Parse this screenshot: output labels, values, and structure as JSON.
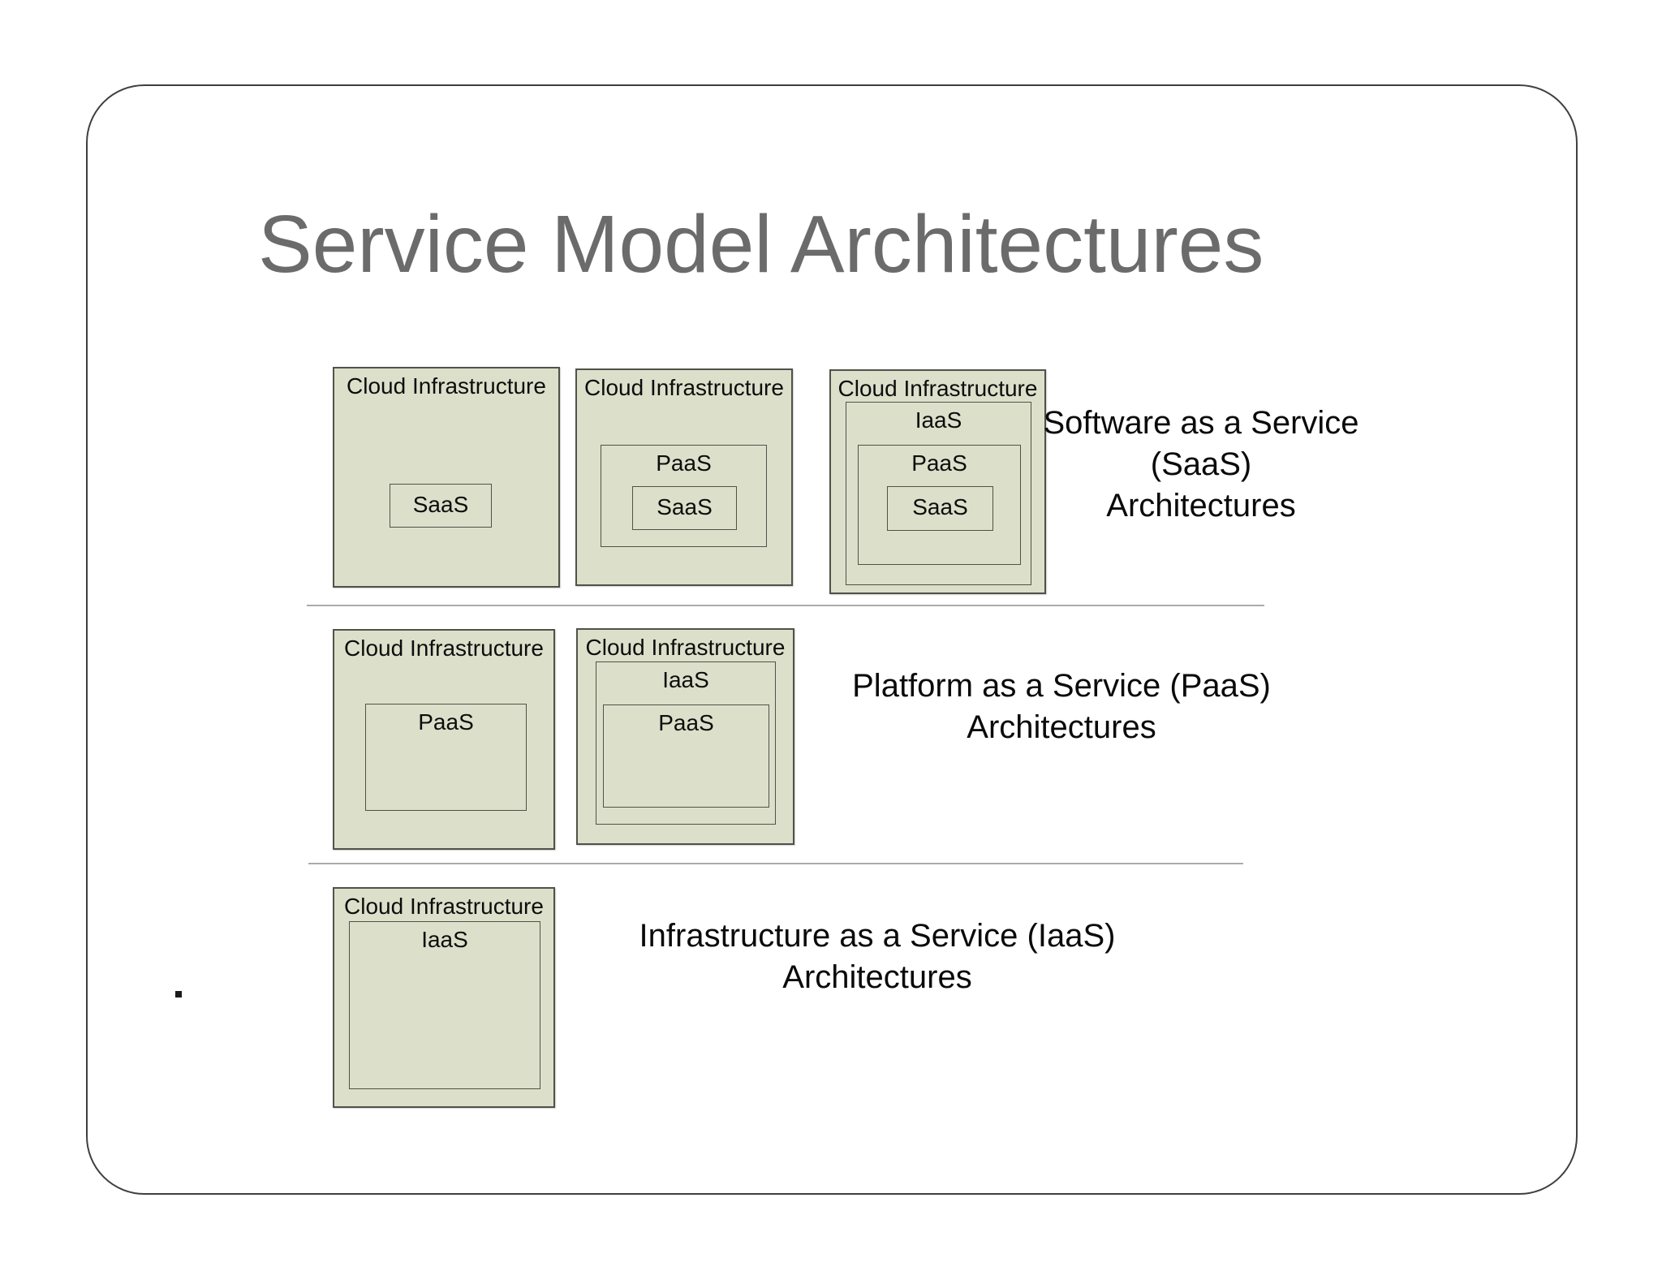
{
  "slide": {
    "title": "Service Model Architectures"
  },
  "labels": {
    "cloud_infrastructure": "Cloud Infrastructure",
    "iaas": "IaaS",
    "paas": "PaaS",
    "saas": "SaaS"
  },
  "rows": [
    {
      "name": "saas-architectures",
      "caption_lines": [
        "Software as a Service",
        "(SaaS)",
        "Architectures"
      ],
      "diagrams": [
        {
          "nesting": [
            "Cloud Infrastructure",
            "SaaS"
          ]
        },
        {
          "nesting": [
            "Cloud Infrastructure",
            "PaaS",
            "SaaS"
          ]
        },
        {
          "nesting": [
            "Cloud Infrastructure",
            "IaaS",
            "PaaS",
            "SaaS"
          ]
        }
      ]
    },
    {
      "name": "paas-architectures",
      "caption_lines": [
        "Platform as a Service (PaaS)",
        "Architectures"
      ],
      "diagrams": [
        {
          "nesting": [
            "Cloud Infrastructure",
            "PaaS"
          ]
        },
        {
          "nesting": [
            "Cloud Infrastructure",
            "IaaS",
            "PaaS"
          ]
        }
      ]
    },
    {
      "name": "iaas-architectures",
      "caption_lines": [
        "Infrastructure as a Service (IaaS)",
        "Architectures"
      ],
      "diagrams": [
        {
          "nesting": [
            "Cloud Infrastructure",
            "IaaS"
          ]
        }
      ]
    }
  ],
  "bullet_dot": ".",
  "colors": {
    "box_fill": "#dce0ca",
    "box_border": "#51514a",
    "title_gray": "#6b6b6b",
    "divider_gray": "#ababab",
    "text_black": "#0a0a0a"
  }
}
